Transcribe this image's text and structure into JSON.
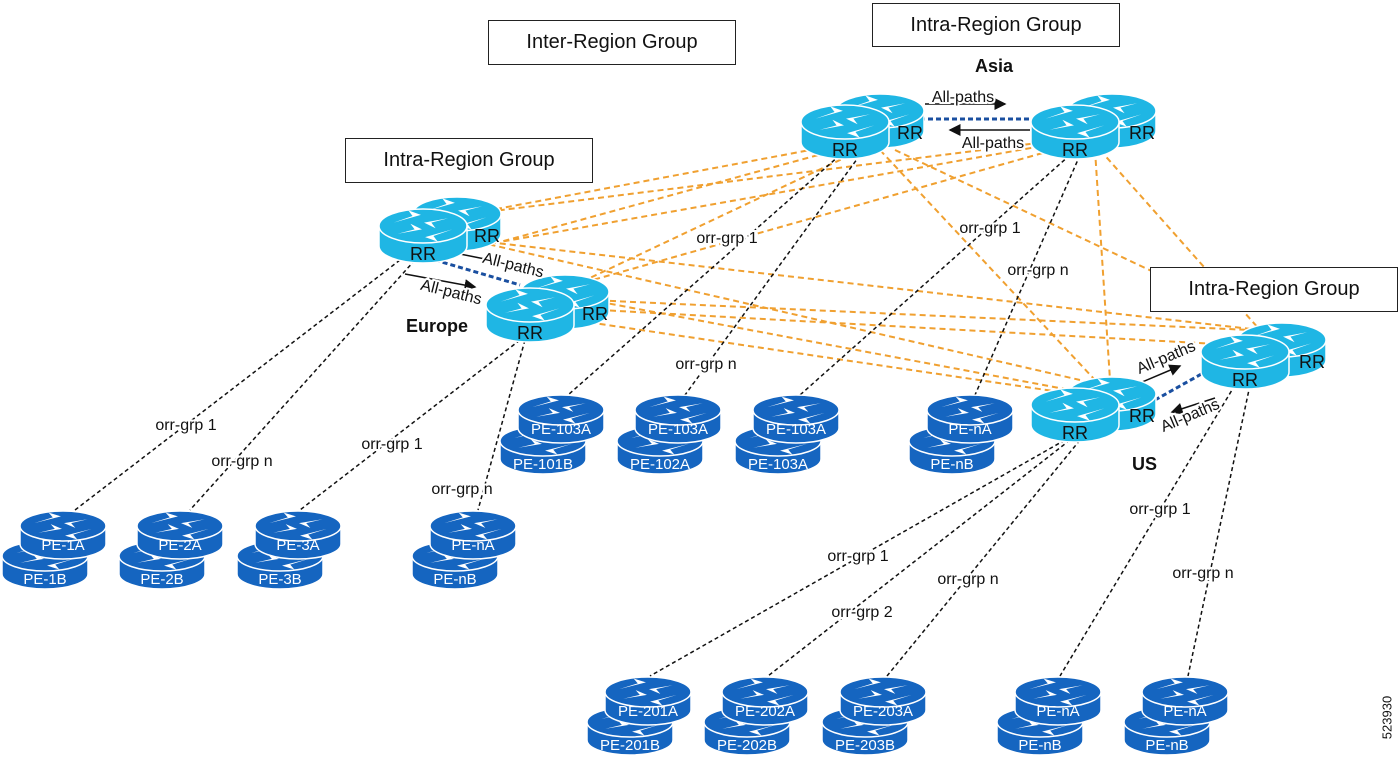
{
  "group_labels": {
    "inter_region": "Inter-Region Group",
    "intra_asia": "Intra-Region Group",
    "intra_europe": "Intra-Region Group",
    "intra_us": "Intra-Region Group"
  },
  "regions": {
    "asia": "Asia",
    "europe": "Europe",
    "us": "US"
  },
  "rr_label": "RR",
  "figure_id": "523930",
  "colors": {
    "rr_fill": "#1fb6e4",
    "rr_stroke": "#ffffff",
    "pe_fill": "#1565c0",
    "inter_link": "#f0a030",
    "client_link": "#111111",
    "peer_link": "#1a4fa0"
  },
  "link_labels": {
    "all_paths": "All-paths",
    "orr_1": "orr-grp 1",
    "orr_2": "orr-grp 2",
    "orr_n": "orr-grp n"
  },
  "pe_labels": {
    "pe_1a": "PE-1A",
    "pe_1b": "PE-1B",
    "pe_2a": "PE-2A",
    "pe_2b": "PE-2B",
    "pe_3a": "PE-3A",
    "pe_3b": "PE-3B",
    "pe_na": "PE-nA",
    "pe_nb": "PE-nB",
    "pe_103a": "PE-103A",
    "pe_101b": "PE-101B",
    "pe_102a": "PE-102A",
    "pe_201a": "PE-201A",
    "pe_201b": "PE-201B",
    "pe_202a": "PE-202A",
    "pe_202b": "PE-202B",
    "pe_203a": "PE-203A",
    "pe_203b": "PE-203B"
  }
}
